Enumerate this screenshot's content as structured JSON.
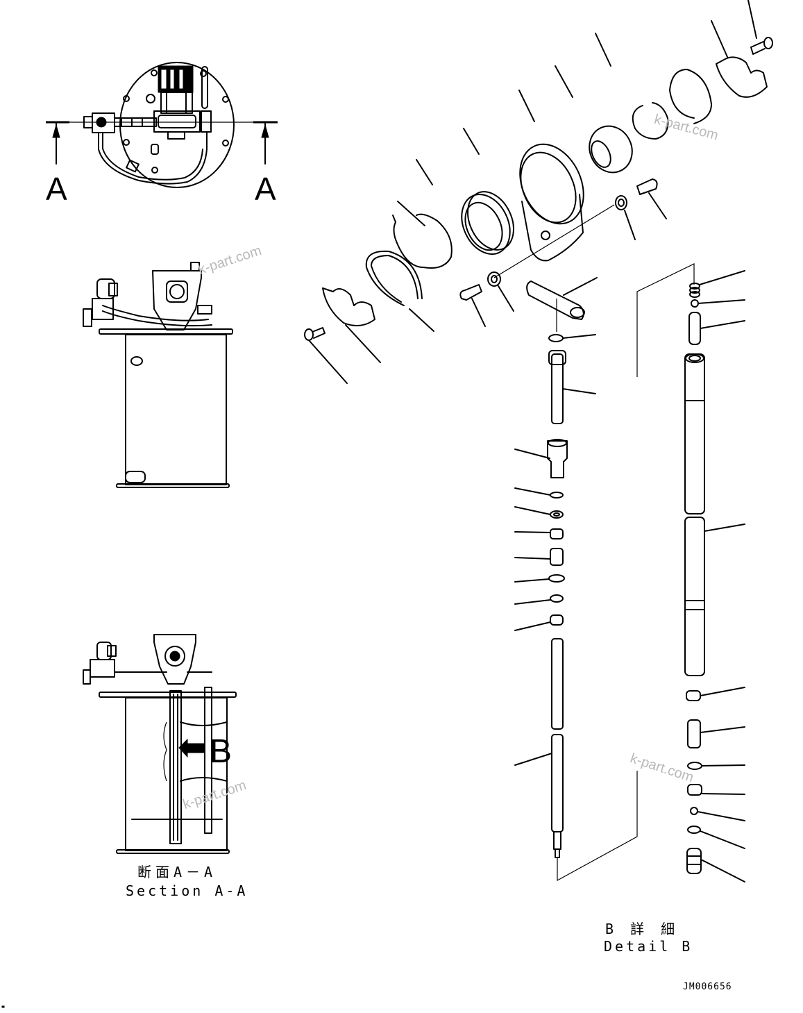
{
  "views": {
    "top_view": {
      "section_marker_left": "A",
      "section_marker_right": "A"
    },
    "section_view": {
      "detail_marker": "B",
      "caption_jp": "断面A－A",
      "caption_en": "Section A-A"
    },
    "detail_view": {
      "caption_jp": "B 詳 細",
      "caption_en": "Detail B"
    }
  },
  "document_id": "JM006656",
  "watermarks": [
    "k-part.com",
    "k-part.com",
    "k-part.com",
    "k-part.com"
  ],
  "colors": {
    "line": "#000000",
    "background": "#ffffff",
    "watermark": "#b9b9b9"
  }
}
